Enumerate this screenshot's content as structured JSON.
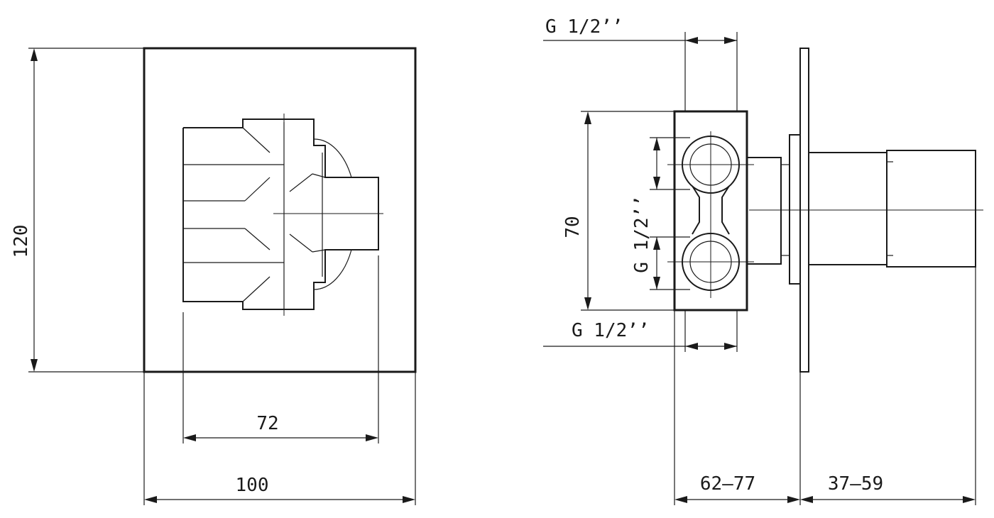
{
  "front_view": {
    "dim_height": "120",
    "dim_width": "100",
    "dim_inner_width": "72"
  },
  "side_view": {
    "thread_top": "G 1/2’’",
    "thread_bottom": "G 1/2’’",
    "thread_vertical": "G 1/2’’",
    "dim_body_height": "70",
    "dim_depth_rough": "62–77",
    "dim_depth_finish": "37–59"
  }
}
